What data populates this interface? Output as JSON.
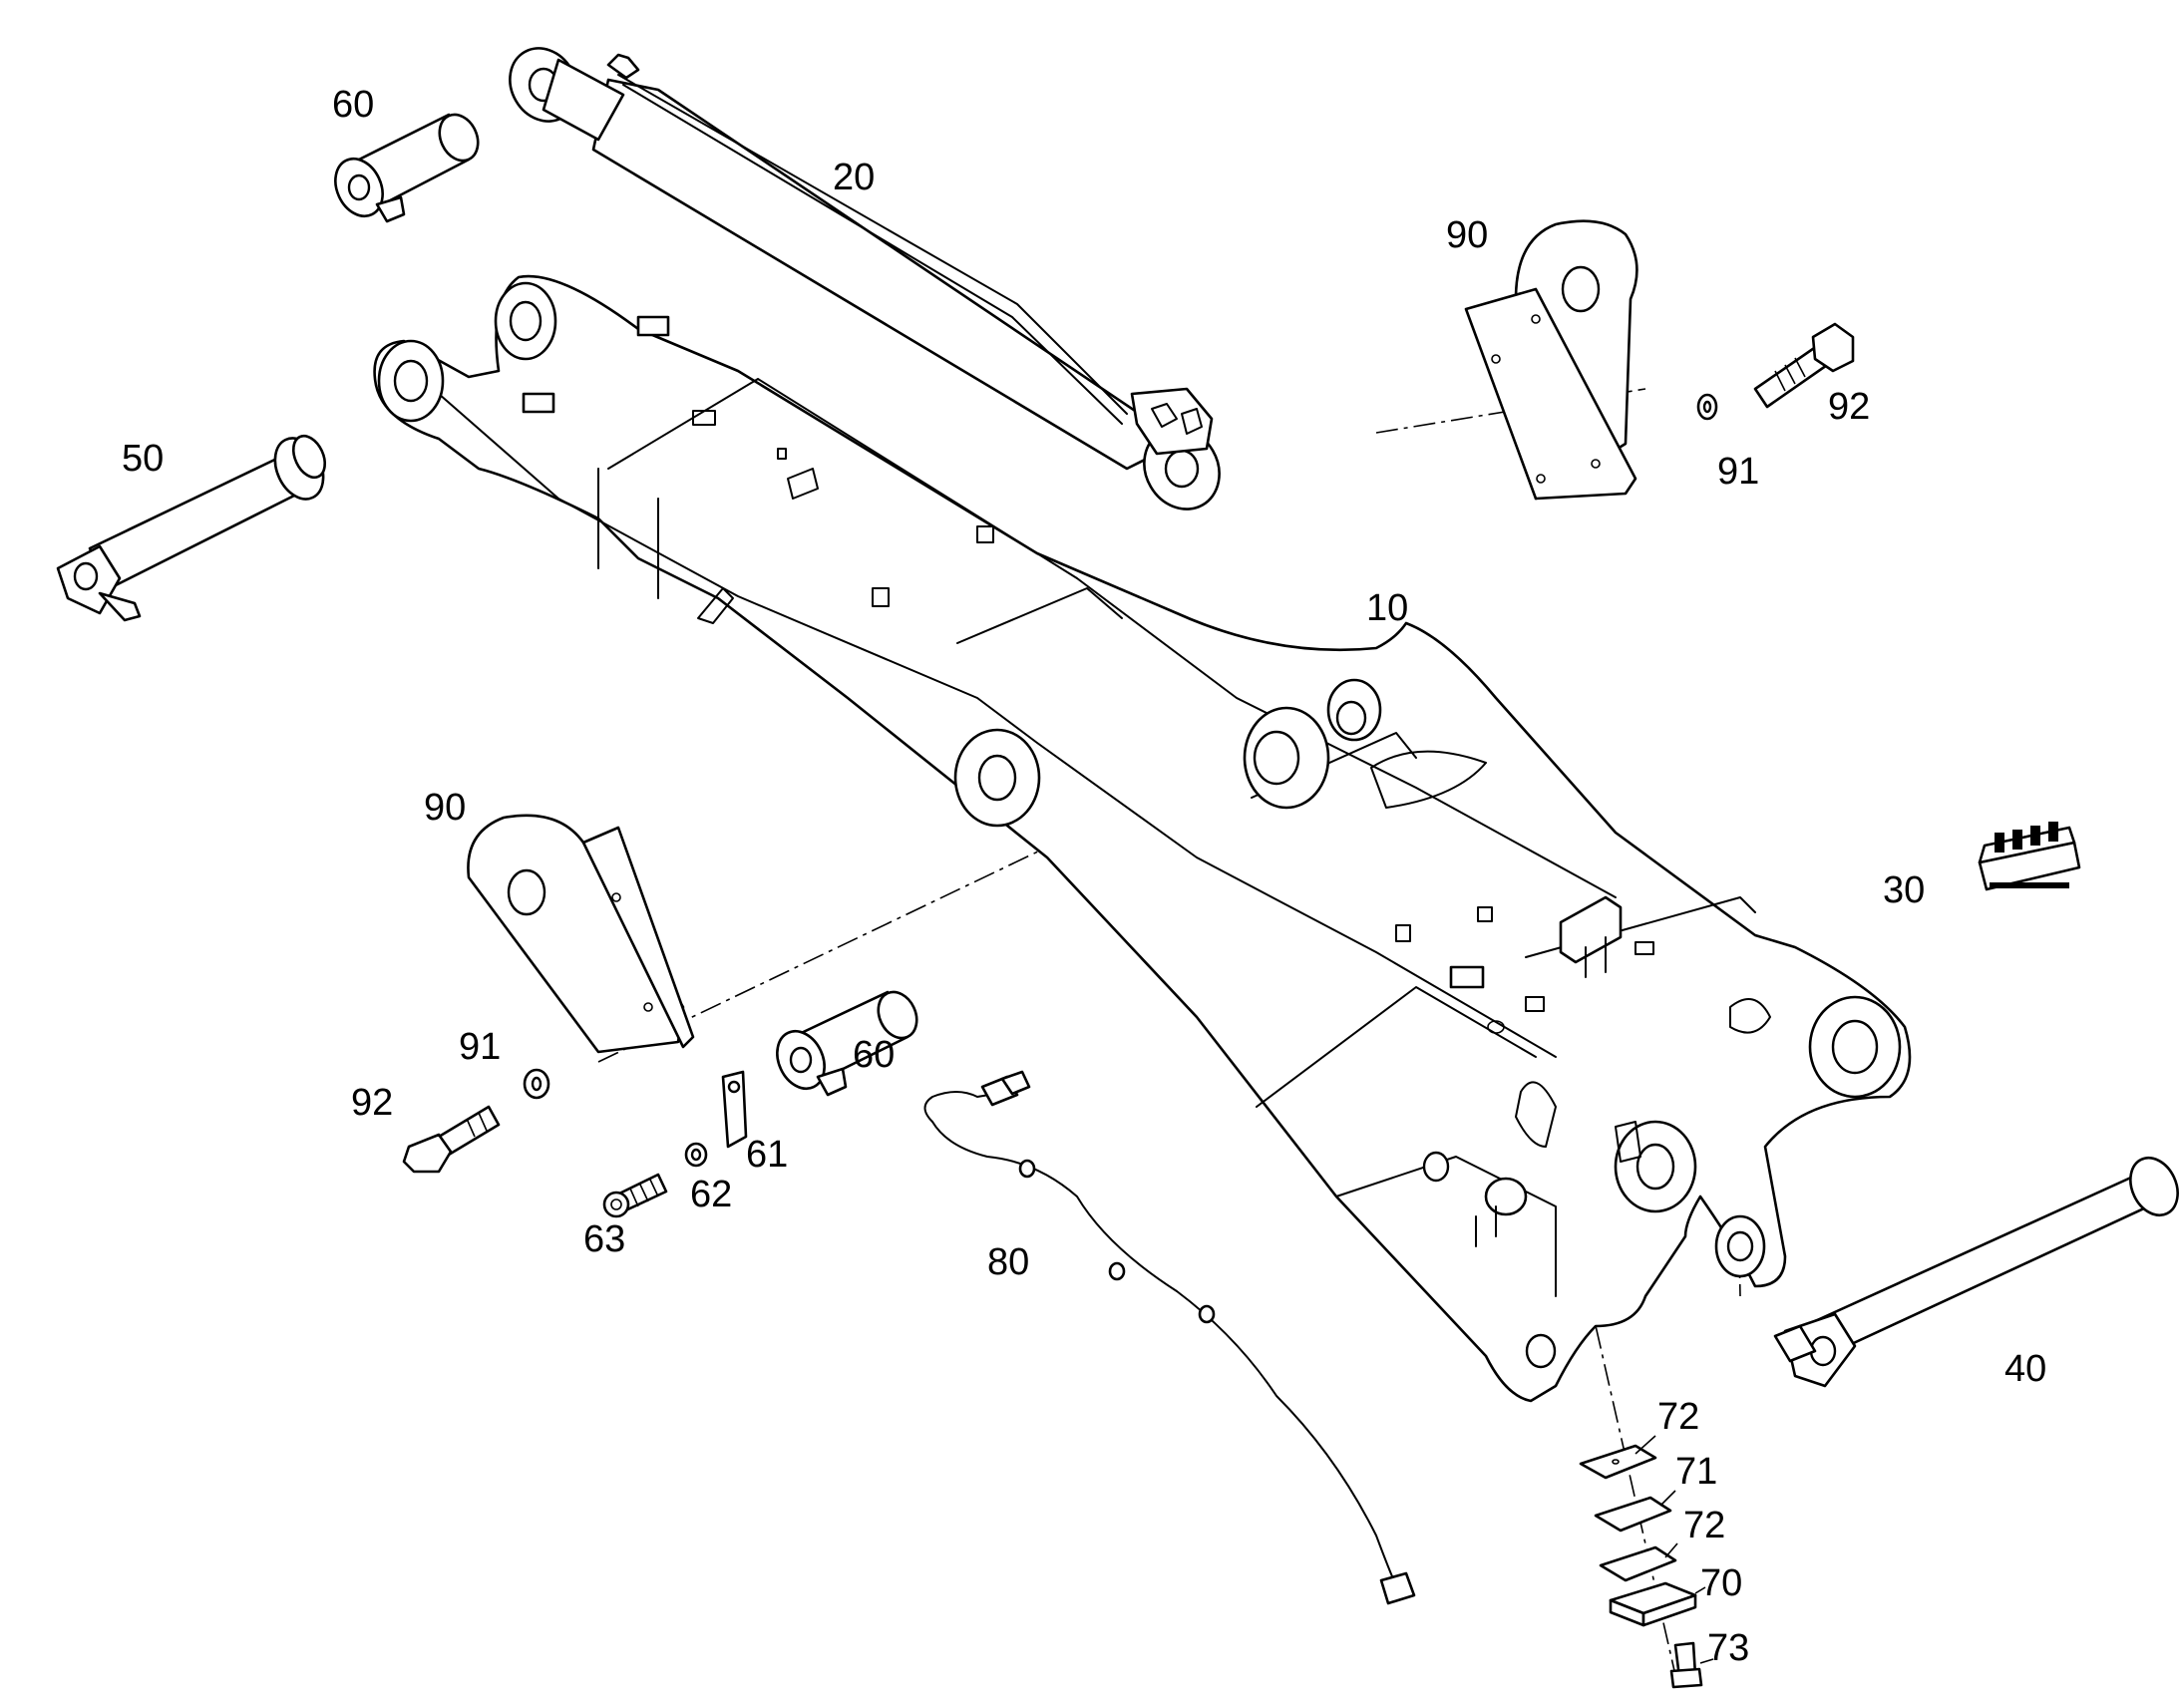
{
  "callouts": {
    "c10": "10",
    "c20": "20",
    "c30": "30",
    "c40": "40",
    "c50": "50",
    "c60a": "60",
    "c60b": "60",
    "c61": "61",
    "c62": "62",
    "c63": "63",
    "c70": "70",
    "c71": "71",
    "c72a": "72",
    "c72b": "72",
    "c73": "73",
    "c80": "80",
    "c90a": "90",
    "c90b": "90",
    "c91a": "91",
    "c91b": "91",
    "c92a": "92",
    "c92b": "92"
  }
}
